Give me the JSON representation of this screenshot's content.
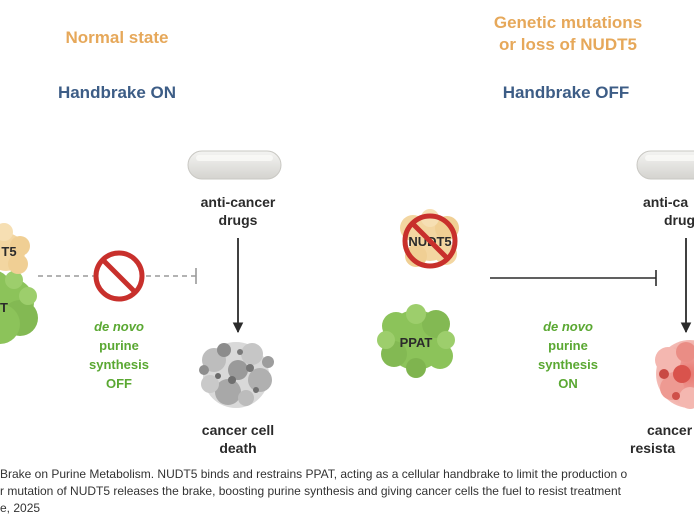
{
  "colors": {
    "title_orange": "#e6a85a",
    "title_blue": "#3d5d86",
    "green_text": "#5aa832",
    "dark_text": "#2b2b2b",
    "prohibition_red": "#c8302c",
    "ppat_green": "#8cc35a",
    "nudt5_tan": "#f3d6a1",
    "caption_text": "#333333"
  },
  "left_panel": {
    "state_title": "Normal state",
    "handbrake": "Handbrake ON",
    "nudt5_partial": "T5",
    "ppat_partial": "T",
    "drug_label_1": "anti-cancer",
    "drug_label_2": "drugs",
    "synthesis_1": "de novo",
    "synthesis_2": "purine",
    "synthesis_3": "synthesis",
    "synthesis_4": "OFF",
    "outcome_1": "cancer cell",
    "outcome_2": "death"
  },
  "right_panel": {
    "state_title_1": "Genetic mutations",
    "state_title_2": "or loss of NUDT5",
    "handbrake": "Handbrake OFF",
    "nudt5": "NUDT5",
    "ppat": "PPAT",
    "drug_label_1": "anti-ca",
    "drug_label_2": "drug",
    "synthesis_1": "de novo",
    "synthesis_2": "purine",
    "synthesis_3": "synthesis",
    "synthesis_4": "ON",
    "outcome_1": "cancer",
    "outcome_2": "resista"
  },
  "caption": {
    "line1": "Brake on Purine Metabolism. NUDT5 binds and restrains PPAT, acting as a cellular handbrake to limit the production o",
    "line2": "r mutation of NUDT5 releases the brake, boosting purine synthesis and giving cancer cells the fuel to resist treatment",
    "line3": "e, 2025"
  },
  "icons": {
    "pill": "pill-icon",
    "prohibition": "prohibition-icon",
    "protein_blob": "protein-blob-icon",
    "dead_cell": "dead-cell-icon",
    "resistant_cell": "resistant-cell-icon"
  }
}
